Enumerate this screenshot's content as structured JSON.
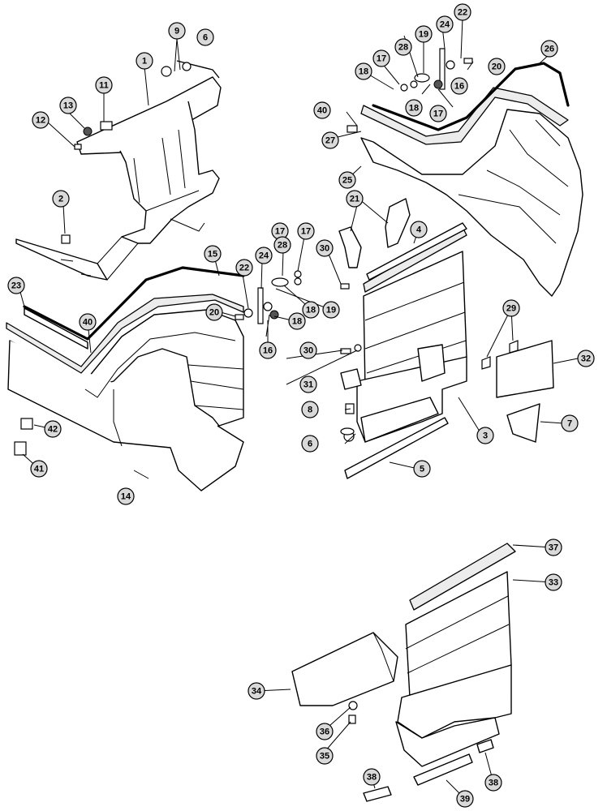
{
  "diagram": {
    "type": "exploded-parts-view",
    "callouts": [
      "1",
      "2",
      "3",
      "4",
      "5",
      "6",
      "6",
      "7",
      "8",
      "9",
      "11",
      "12",
      "13",
      "14",
      "15",
      "16",
      "16",
      "17",
      "17",
      "17",
      "17",
      "18",
      "18",
      "18",
      "18",
      "19",
      "19",
      "20",
      "20",
      "21",
      "22",
      "22",
      "23",
      "24",
      "24",
      "25",
      "26",
      "27",
      "28",
      "28",
      "29",
      "30",
      "30",
      "31",
      "32",
      "33",
      "34",
      "35",
      "36",
      "37",
      "38",
      "38",
      "39",
      "40",
      "40",
      "41",
      "42"
    ]
  }
}
